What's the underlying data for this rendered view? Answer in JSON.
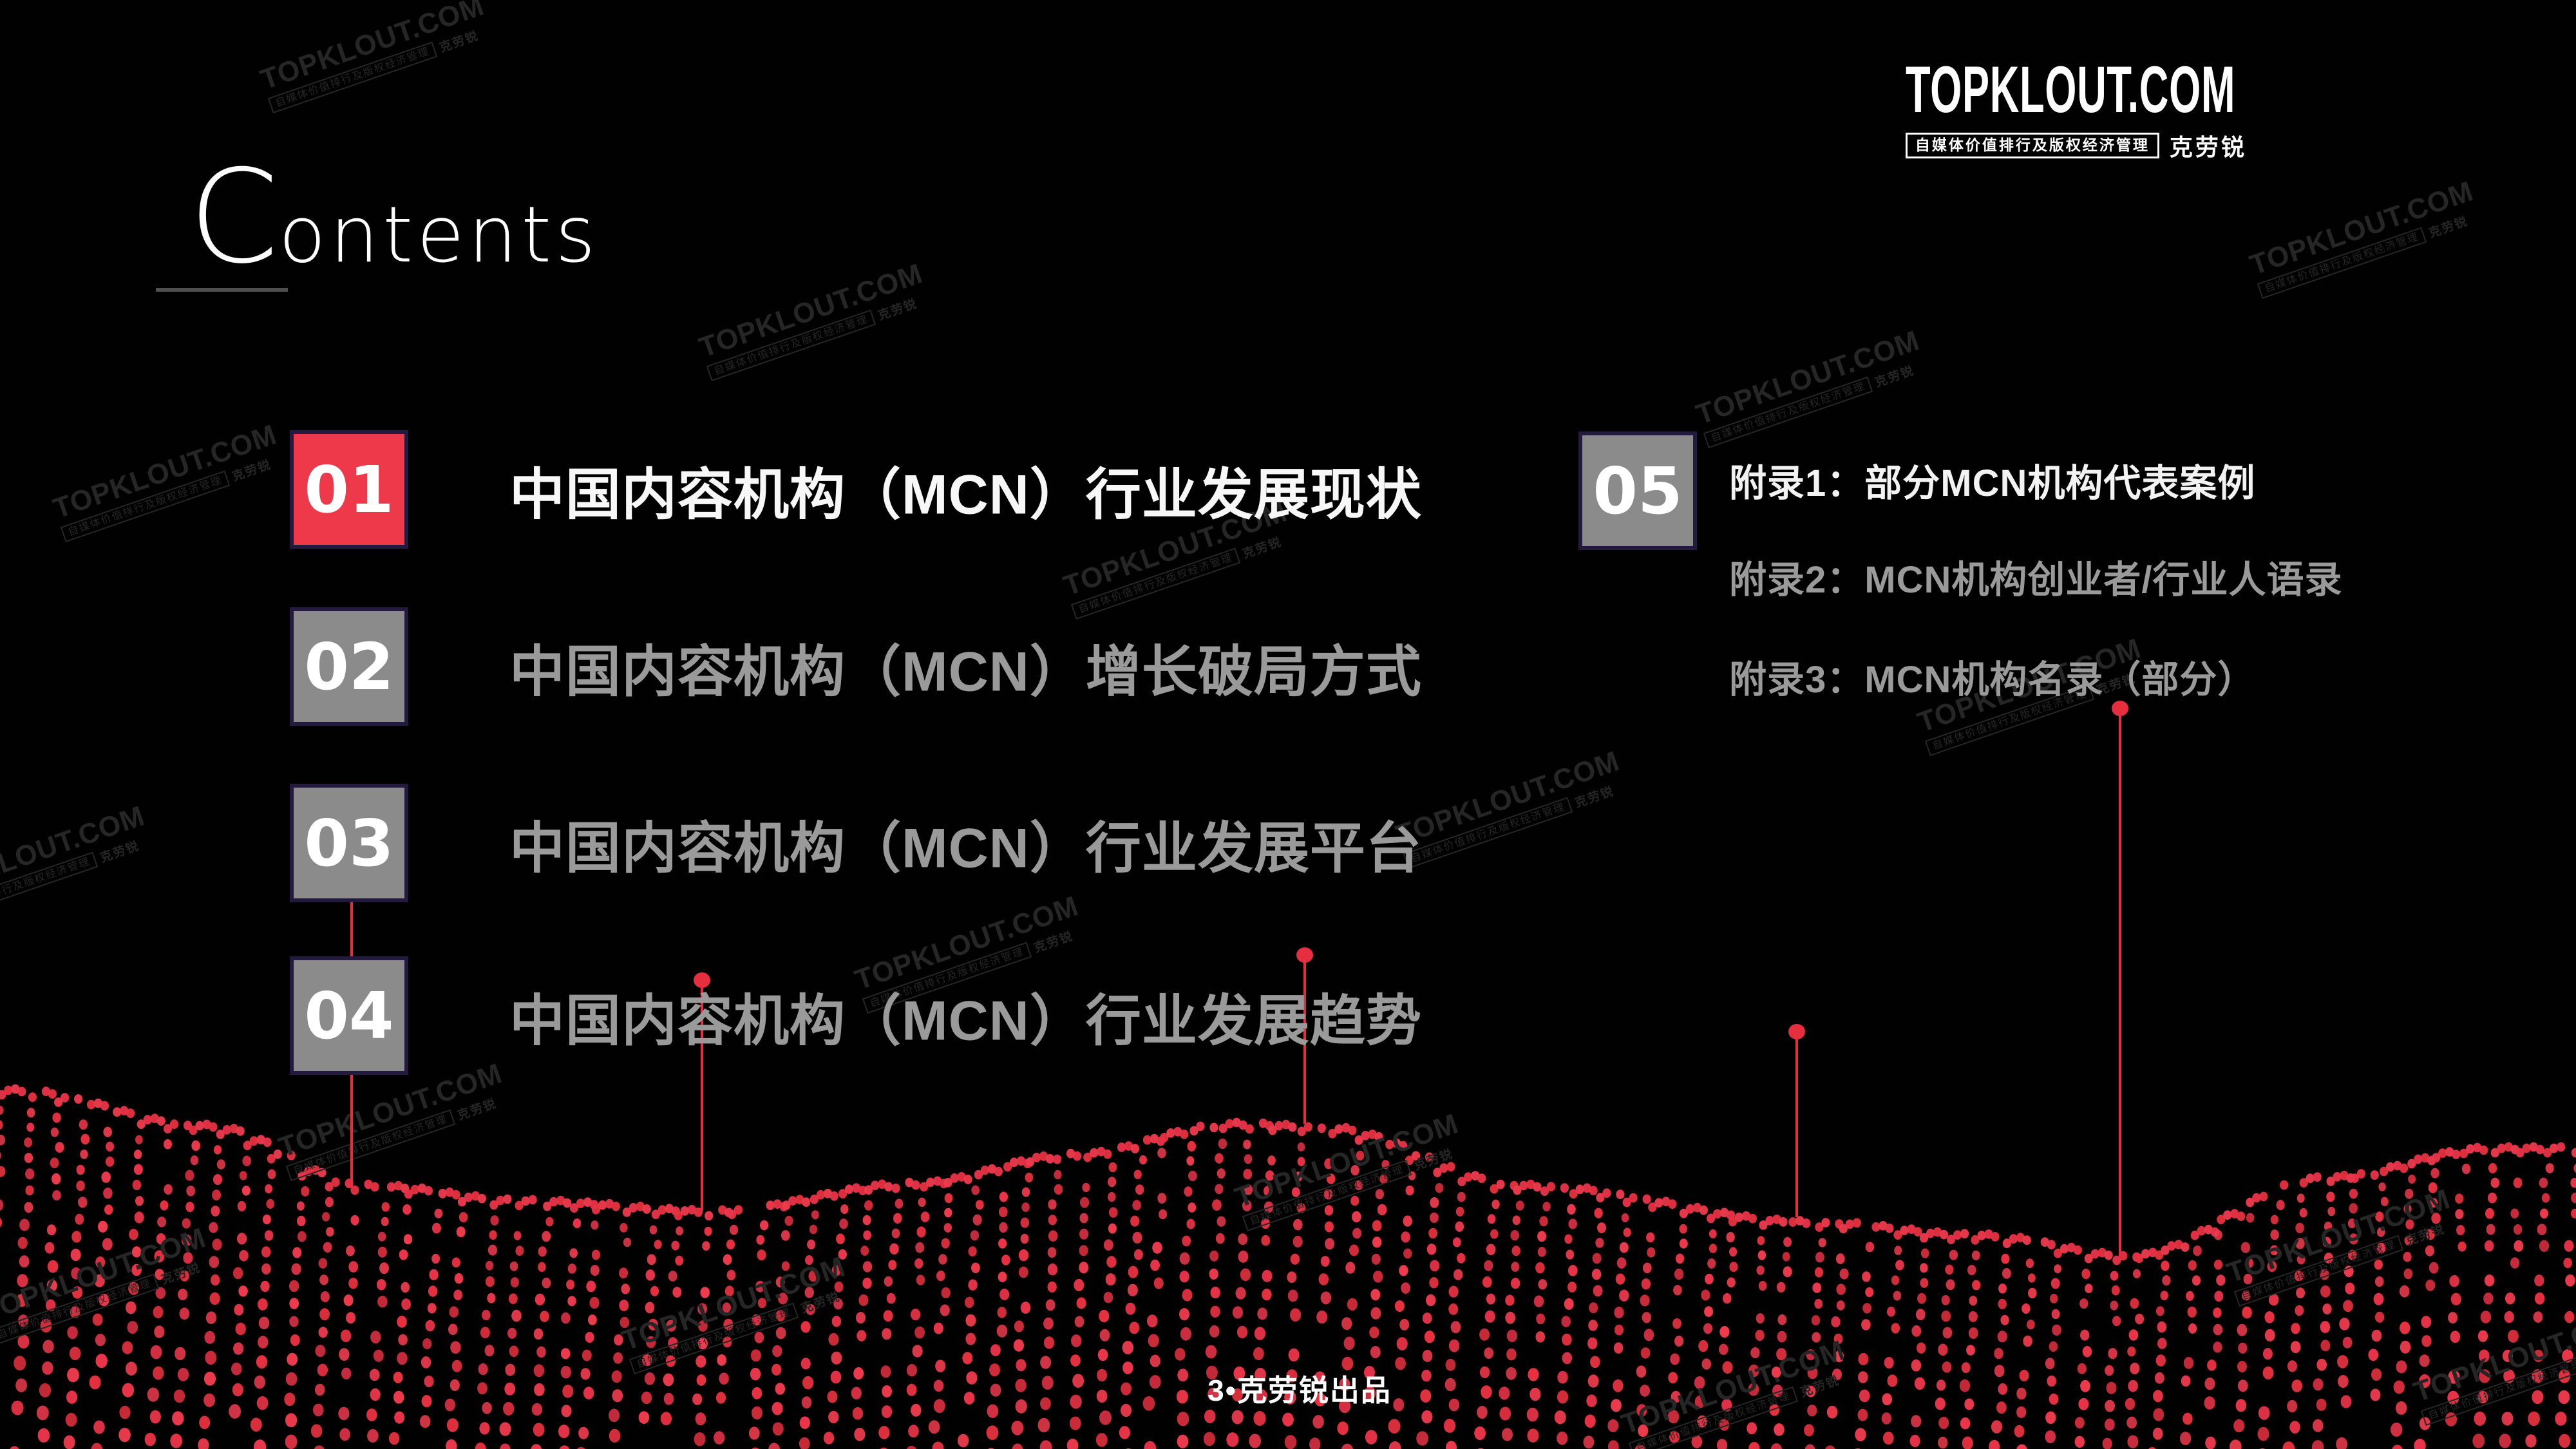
{
  "brand": {
    "logo_text": "TOPKLOUT.COM",
    "tagline": "自媒体价值排行及版权经济管理",
    "name_cn": "克劳锐"
  },
  "title": {
    "initial": "C",
    "rest": "ontents"
  },
  "toc": {
    "items": [
      {
        "num": "01",
        "label": "中国内容机构（MCN）行业发展现状"
      },
      {
        "num": "02",
        "label": "中国内容机构（MCN）增长破局方式"
      },
      {
        "num": "03",
        "label": "中国内容机构（MCN）行业发展平台"
      },
      {
        "num": "04",
        "label": "中国内容机构（MCN）行业发展趋势"
      }
    ]
  },
  "appendix": {
    "num": "05",
    "lines": [
      "附录1：部分MCN机构代表案例",
      "附录2：MCN机构创业者/行业人语录",
      "附录3：MCN机构名录（部分）"
    ]
  },
  "footer": {
    "credit": "3•克劳锐出品"
  },
  "watermark": {
    "text": "TOPKLOUT.COM",
    "tagline": "自媒体价值排行及版权经济管理",
    "name_cn": "克劳锐"
  },
  "colors": {
    "accent_red": "#ee394b",
    "pin_red": "#e62e3f",
    "dot_red": "#ea3449",
    "box_gray": "#8b8b8b",
    "box_border": "#241a40",
    "title_gray": "#9a9a9a",
    "white": "#ffffff",
    "background": "#010101"
  }
}
